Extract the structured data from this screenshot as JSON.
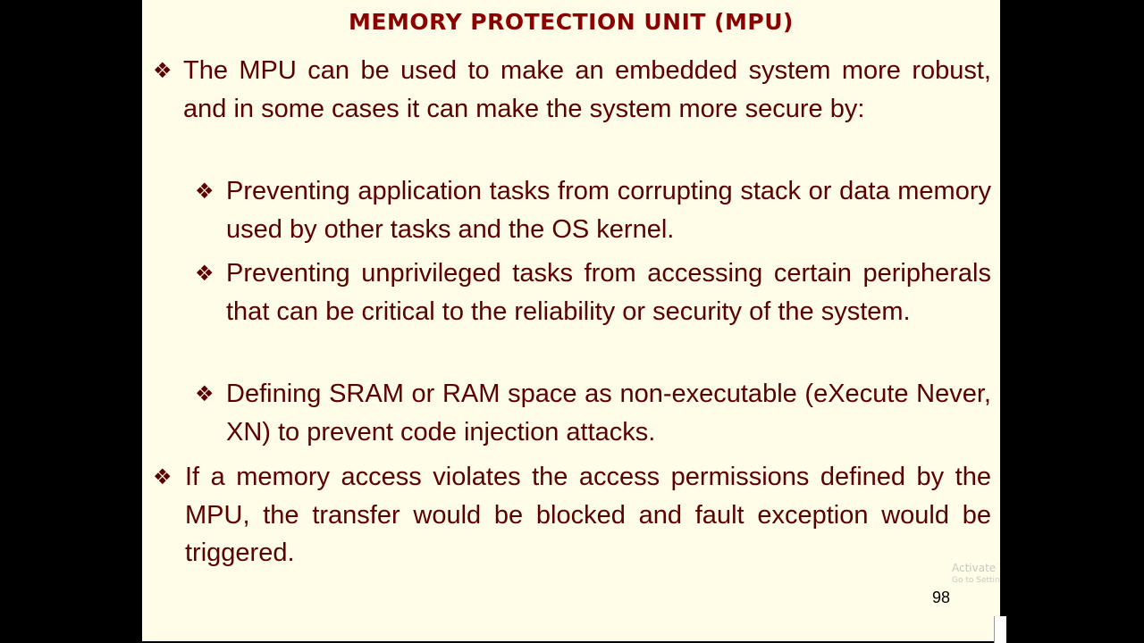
{
  "slide": {
    "title": "MEMORY PROTECTION UNIT (MPU)",
    "bullet_marker": "❖",
    "bullets": [
      {
        "text": "The MPU can be used to make an embedded system more robust, and in some cases it can make the system more secure by:"
      },
      {
        "text": "If a memory access violates the access permissions defined by the MPU, the transfer would be blocked and fault exception would be triggered."
      }
    ],
    "sub_bullets": [
      {
        "text": "Preventing application tasks from corrupting stack or data memory used by other tasks and the OS kernel."
      },
      {
        "text": "Preventing unprivileged tasks from accessing certain peripherals that can be critical to the reliability or security of the system."
      },
      {
        "text": "Defining SRAM or RAM space as non-executable (eXecute Never, XN) to prevent code injection attacks."
      }
    ],
    "page_number": "98"
  },
  "watermark": {
    "line1": "Activate Windows",
    "line2": "Go to Settings to activate Windows."
  },
  "colors": {
    "title": "#8b0000",
    "body_text": "#5a0000",
    "slide_bg": "#fffde8",
    "frame_bg": "#000000"
  }
}
